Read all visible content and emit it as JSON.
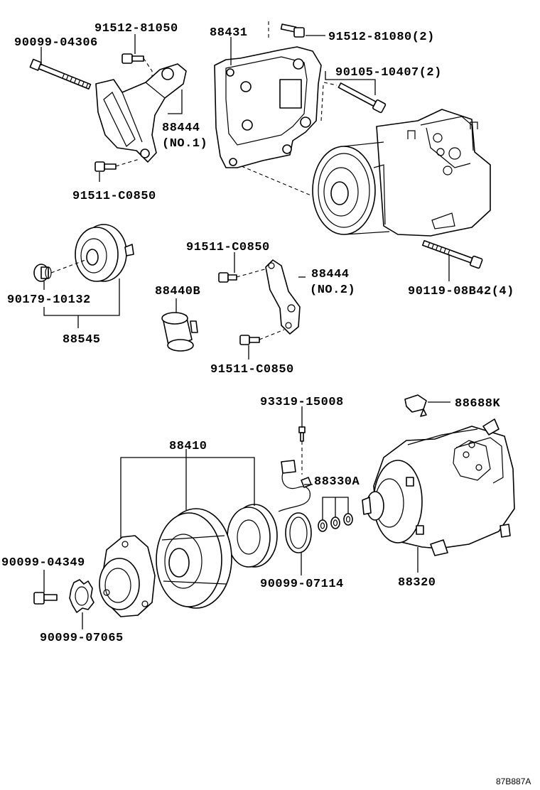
{
  "labels": {
    "l_90099_04306": "90099-04306",
    "l_91512_81050": "91512-81050",
    "l_88431": "88431",
    "l_91512_81080": "91512-81080(2)",
    "l_90105_10407": "90105-10407(2)",
    "l_88444_no1_a": "88444",
    "l_88444_no1_b": "(NO.1)",
    "l_91511_c0850_top": "91511-C0850",
    "l_91511_c0850_mid": "91511-C0850",
    "l_88444_no2_a": "88444",
    "l_88444_no2_b": "(NO.2)",
    "l_90119_08b42": "90119-08B42(4)",
    "l_90179_10132": "90179-10132",
    "l_88440b": "88440B",
    "l_88545": "88545",
    "l_91511_c0850_bot": "91511-C0850",
    "l_93319_15008": "93319-15008",
    "l_88688k": "88688K",
    "l_88410": "88410",
    "l_88330a": "88330A",
    "l_90099_04349": "90099-04349",
    "l_90099_07114": "90099-07114",
    "l_88320": "88320",
    "l_90099_07065": "90099-07065",
    "l_code": "87B887A"
  }
}
